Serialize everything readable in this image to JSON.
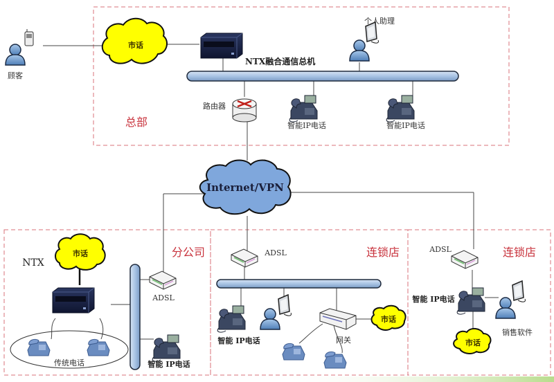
{
  "diagram": {
    "regions": {
      "headquarters": "总部",
      "branch": "分公司",
      "chain_store_1": "连锁店",
      "chain_store_2": "连锁店"
    },
    "labels": {
      "customer": "顾客",
      "pstn_hq": "市话",
      "ntx_main": "NTX融合通信总机",
      "personal_assistant": "个人助理",
      "router": "路由器",
      "ip_phone_hq_1": "智能IP电话",
      "ip_phone_hq_2": "智能IP电话",
      "internet": "Internet/VPN",
      "ntx_branch": "NTX",
      "pstn_branch": "市话",
      "adsl_branch": "ADSL",
      "legacy_phones": "传统电话",
      "ip_phone_branch": "智能 IP电话",
      "adsl_store1": "ADSL",
      "ip_phone_store1": "智能 IP电话",
      "gateway": "网关",
      "pstn_store1": "市话",
      "adsl_store2": "ADSL",
      "ip_phone_store2": "智能 IP电话",
      "sales_software": "销售软件",
      "pstn_store2": "市话"
    },
    "colors": {
      "region_border": "#d9707a",
      "region_text": "#c8323c",
      "pstn_cloud": "#ffff00",
      "internet_cloud": "#7fa7dc",
      "bus": "#a9c4e4"
    }
  }
}
